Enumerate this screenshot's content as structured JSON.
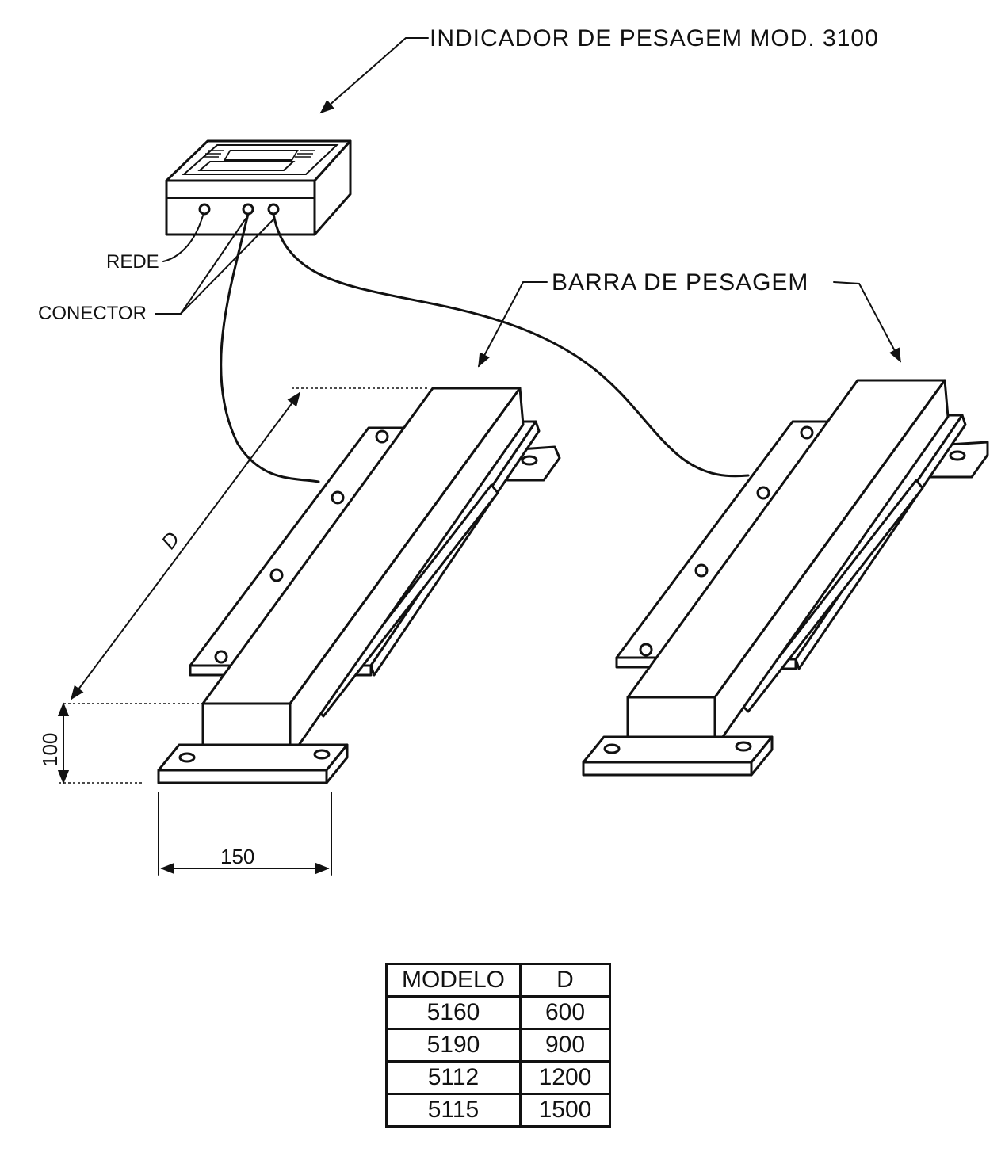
{
  "labels": {
    "indicator": "INDICADOR DE PESAGEM MOD. 3100",
    "rede": "REDE",
    "conector": "CONECTOR",
    "bar": "BARRA DE PESAGEM"
  },
  "dimensions": {
    "length_symbol": "D",
    "height": "100",
    "width": "150"
  },
  "table": {
    "headers": [
      "MODELO",
      "D"
    ],
    "rows": [
      [
        "5160",
        "600"
      ],
      [
        "5190",
        "900"
      ],
      [
        "5112",
        "1200"
      ],
      [
        "5115",
        "1500"
      ]
    ]
  }
}
